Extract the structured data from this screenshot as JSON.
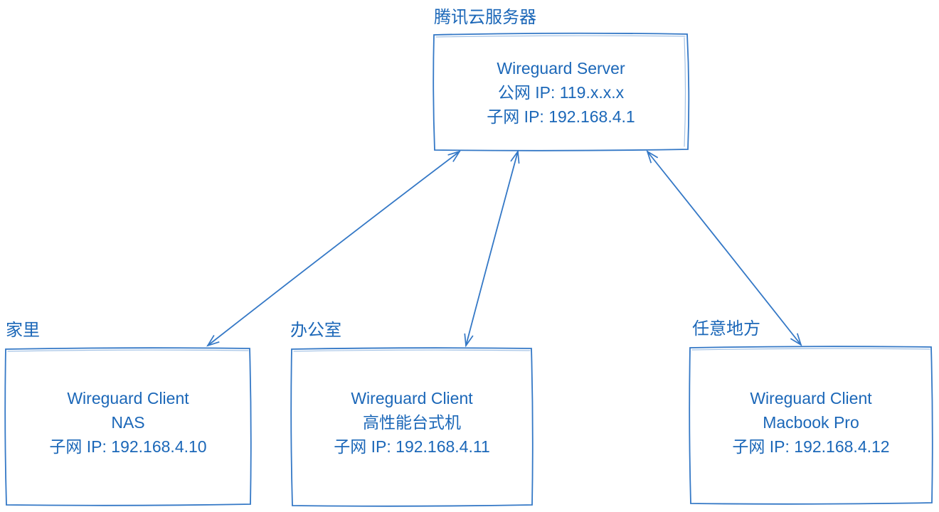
{
  "diagram": {
    "colors": {
      "stroke": "#3478c6",
      "text": "#1b67b8",
      "background": "#ffffff"
    },
    "nodes": [
      {
        "id": "server",
        "label": "腾讯云服务器",
        "lines": [
          "Wireguard Server",
          "公网 IP: 119.x.x.x",
          "子网 IP: 192.168.4.1"
        ]
      },
      {
        "id": "home-client",
        "label": "家里",
        "lines": [
          "Wireguard Client",
          "NAS",
          "子网 IP: 192.168.4.10"
        ]
      },
      {
        "id": "office-client",
        "label": "办公室",
        "lines": [
          "Wireguard Client",
          "高性能台式机",
          "子网 IP: 192.168.4.11"
        ]
      },
      {
        "id": "anywhere-client",
        "label": "任意地方",
        "lines": [
          "Wireguard Client",
          "Macbook Pro",
          "子网 IP: 192.168.4.12"
        ]
      }
    ],
    "edges": [
      {
        "from": "home-client",
        "to": "server",
        "bidirectional": true
      },
      {
        "from": "office-client",
        "to": "server",
        "bidirectional": true
      },
      {
        "from": "anywhere-client",
        "to": "server",
        "bidirectional": true
      }
    ]
  }
}
